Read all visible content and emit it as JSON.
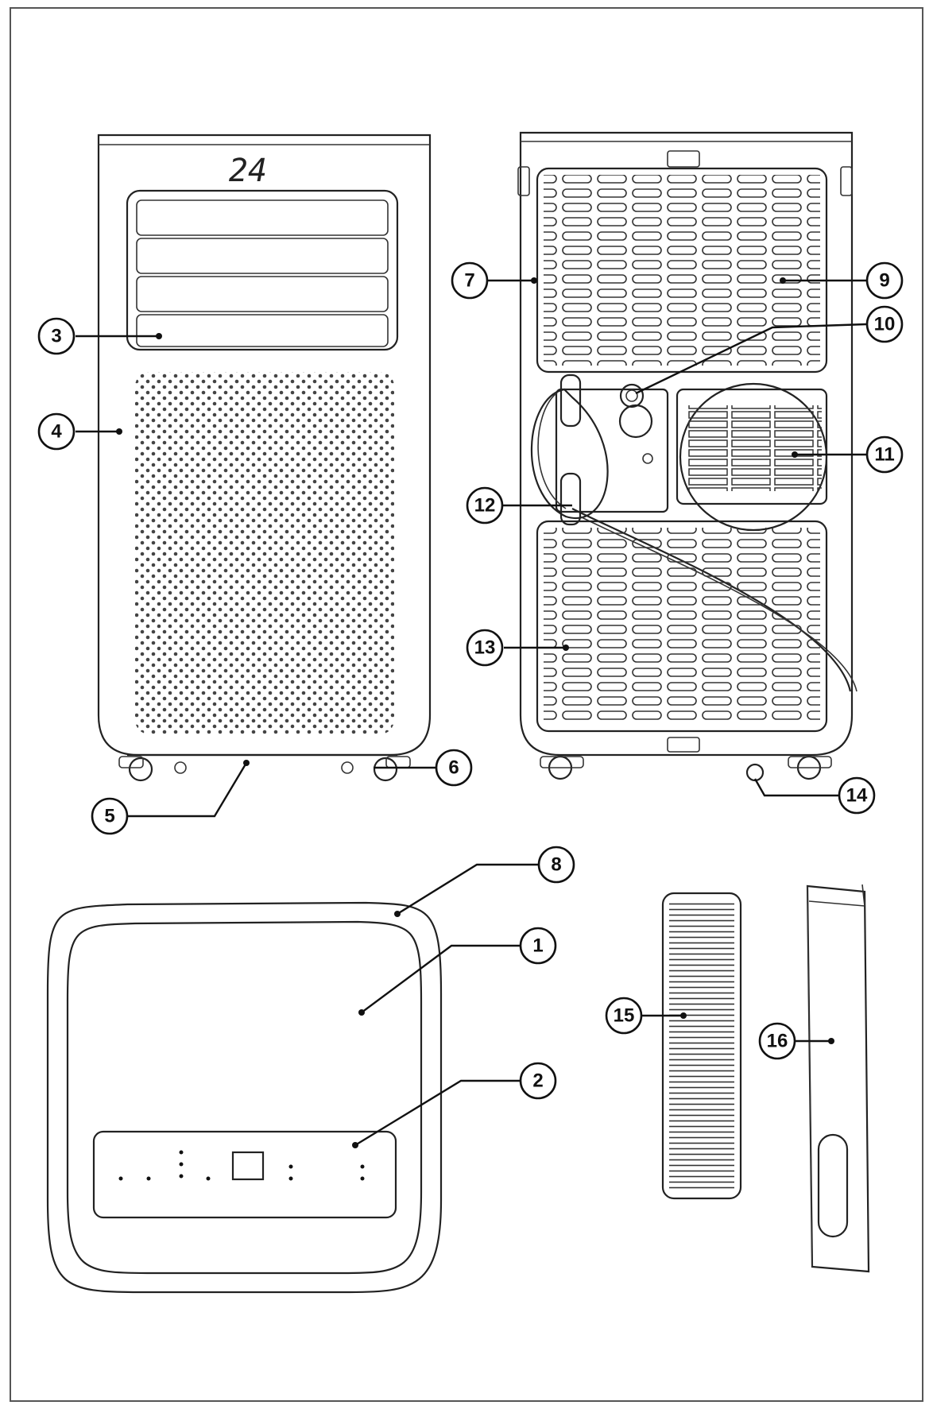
{
  "display": {
    "temperature": "24"
  },
  "callouts": {
    "c1": "1",
    "c2": "2",
    "c3": "3",
    "c4": "4",
    "c5": "5",
    "c6": "6",
    "c7": "7",
    "c8": "8",
    "c9": "9",
    "c10": "10",
    "c11": "11",
    "c12": "12",
    "c13": "13",
    "c14": "14",
    "c15": "15",
    "c16": "16"
  }
}
